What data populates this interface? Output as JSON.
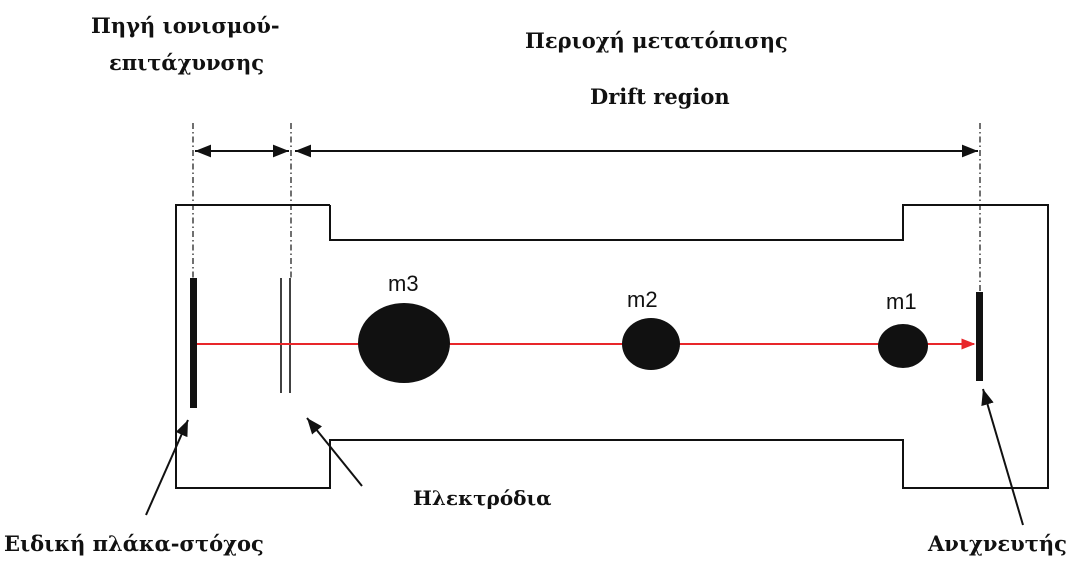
{
  "labels": {
    "ion_source_line1": "Πηγή ιονισμού-",
    "ion_source_line2": "επιτάχυνσης",
    "drift_greek": "Περιοχή μετατόπισης",
    "drift_english": "Drift region",
    "electrodes": "Ηλεκτρόδια",
    "target_plate": "Ειδική πλάκα-στόχος",
    "detector": "Ανιχνευτής"
  },
  "ions": [
    {
      "label": "m3",
      "relative_size": 3
    },
    {
      "label": "m2",
      "relative_size": 2
    },
    {
      "label": "m1",
      "relative_size": 1
    }
  ],
  "colors": {
    "beam": "#e8262a",
    "ink": "#111111"
  }
}
